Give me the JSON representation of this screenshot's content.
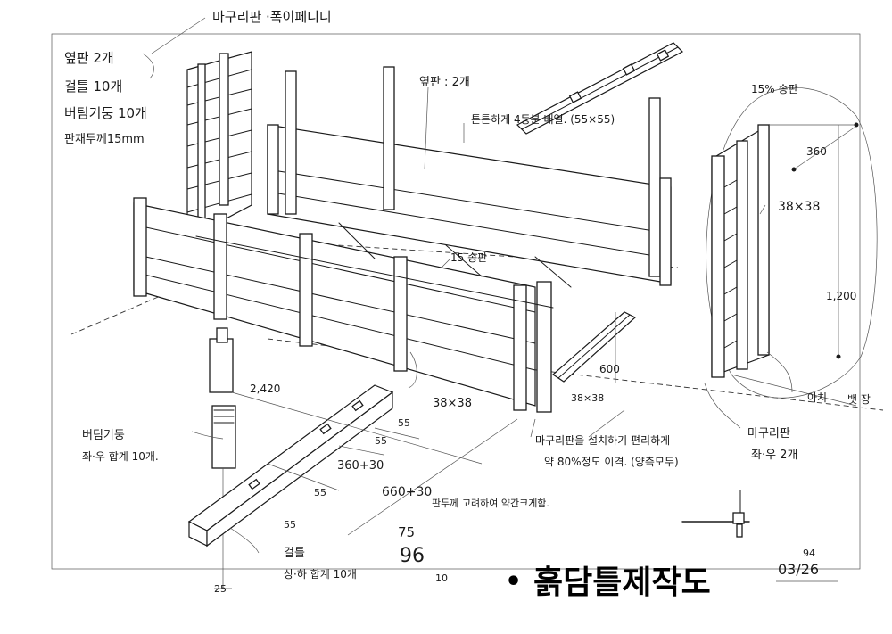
{
  "notes": {
    "top_note": "마구리판 ·폭이페니니",
    "materials_1": "옆판 2개",
    "materials_2": "걸틀 10개",
    "materials_3": "버팀기둥 10개",
    "materials_4": "판재두께15mm",
    "side_board": "옆판 : 2개",
    "rail_note": "튼튼하게 4등분 배열. (55×55)",
    "board_15a": "15% 송판",
    "board_15b": "15 송판",
    "post_size_a": "38×38",
    "post_size_b": "38×38",
    "post_size_c": "38×38",
    "end_board_label": "마구리판",
    "end_board_count": "좌·우 2개",
    "end_board_install_1": "마구리판을 설치하기 편리하게",
    "end_board_install_2": "약 80%정도 이격. (양측모두)",
    "support_post_label": "버팀기둥",
    "support_post_count": "좌·우 합계 10개.",
    "frame_label": "걸틀",
    "frame_count": "상·하 합계 10개",
    "width_note": "판두께 고려하여 약간크게함.",
    "arrow_label": "아치",
    "arrow_label_b": "뱃 장"
  },
  "dimensions": {
    "d2420": "2,420",
    "d360": "360",
    "d1200": "1,200",
    "d600": "600",
    "d55a": "55",
    "d55b": "55",
    "d55c": "55",
    "d55d": "55",
    "d25": "25",
    "d360_30": "360+30",
    "d660_30": "660+30",
    "hw_1": "75",
    "hw_2": "96",
    "hw_3": "10"
  },
  "title": {
    "bullet": "•",
    "main": "흙담틀제작도",
    "date_top": "94",
    "date_bottom": "03/26"
  }
}
